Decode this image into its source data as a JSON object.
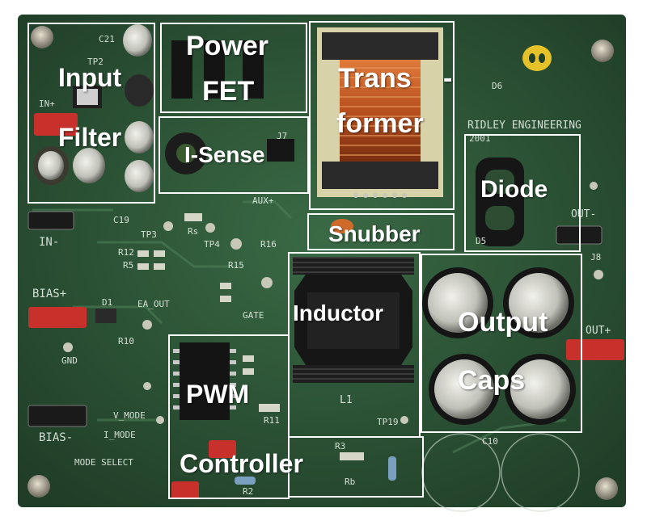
{
  "title": "Flyback power supply circuit board",
  "annotations": {
    "input_filter": [
      "Input",
      "Filter"
    ],
    "power_fet": [
      "Power",
      "FET"
    ],
    "i_sense": "I-Sense",
    "transformer": [
      "Trans",
      "former"
    ],
    "diode": "Diode",
    "snubber": "Snubber",
    "inductor": "Inductor",
    "output_caps": [
      "Output",
      "Caps"
    ],
    "pwm_controller": [
      "PWM",
      "Controller"
    ]
  },
  "silkscreen": {
    "maker": "RIDLEY ENGINEERING",
    "year": "2001",
    "in_plus": "IN+",
    "in_minus": "IN-",
    "bias_plus": "BIAS+",
    "bias_minus": "BIAS-",
    "out_minus": "OUT-",
    "out_plus": "OUT+",
    "gnd": "GND",
    "ea_out": "EA_OUT",
    "gate": "GATE",
    "mode_select": "MODE SELECT",
    "v_mode": "V_MODE",
    "i_mode": "I_MODE",
    "l1": "L1",
    "tp19": "TP19",
    "c21": "C21",
    "tp2": "TP2",
    "c19": "C19",
    "tp3": "TP3",
    "tp4": "TP4",
    "r12": "R12",
    "r5": "R5",
    "r16": "R16",
    "r15": "R15",
    "d1": "D1",
    "r10": "R10",
    "r11": "R11",
    "r2": "R2",
    "r3": "R3",
    "rb": "Rb",
    "d6": "D6",
    "d5": "D5",
    "rs": "Rs",
    "aux": "AUX+",
    "j7": "J7",
    "c10": "C10",
    "j8": "J8"
  },
  "colors": {
    "pcb": "#2f5a3a",
    "pcb_dark": "#1f3d27",
    "annotation_border": "#ffffff",
    "terminal_red": "#c8302c",
    "terminal_black": "#1a1a1a",
    "transformer_copper": "#c4622a"
  }
}
